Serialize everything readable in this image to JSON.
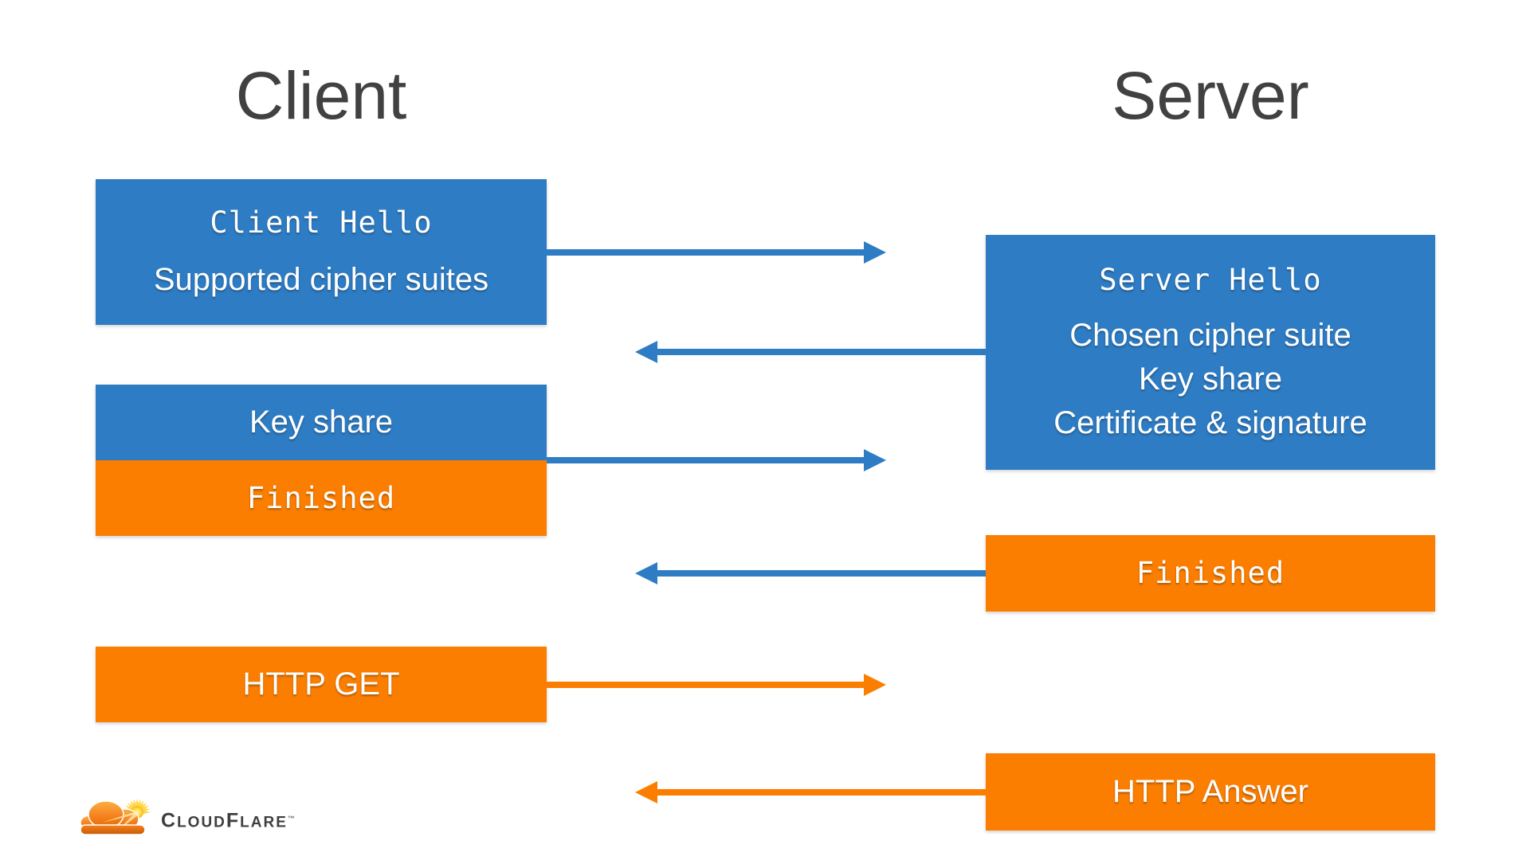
{
  "titles": {
    "client": "Client",
    "server": "Server"
  },
  "colors": {
    "blue": "#2d7cc4",
    "orange": "#fb7e00",
    "title_gray": "#414141",
    "box_text": "#ffffff"
  },
  "boxes": {
    "client_hello": {
      "title": "Client Hello",
      "detail": "Supported cipher suites"
    },
    "server_hello": {
      "title": "Server Hello",
      "details": [
        "Chosen cipher suite",
        "Key share",
        "Certificate & signature"
      ]
    },
    "key_share": {
      "label": "Key share"
    },
    "client_finished": {
      "label": "Finished"
    },
    "server_finished": {
      "label": "Finished"
    },
    "http_get": {
      "label": "HTTP GET"
    },
    "http_answer": {
      "label": "HTTP Answer"
    }
  },
  "arrows": [
    {
      "name": "client-hello-arrow",
      "from": "client",
      "to": "server",
      "color": "blue"
    },
    {
      "name": "server-hello-arrow",
      "from": "server",
      "to": "client",
      "color": "blue"
    },
    {
      "name": "key-share-finished-arrow",
      "from": "client",
      "to": "server",
      "color": "blue"
    },
    {
      "name": "server-finished-arrow",
      "from": "server",
      "to": "client",
      "color": "blue"
    },
    {
      "name": "http-get-arrow",
      "from": "client",
      "to": "server",
      "color": "orange"
    },
    {
      "name": "http-answer-arrow",
      "from": "server",
      "to": "client",
      "color": "orange"
    }
  ],
  "logo": {
    "wordmark_c": "C",
    "wordmark_loud": "LOUD",
    "wordmark_f": "F",
    "wordmark_lare": "LARE",
    "trademark": "™"
  }
}
